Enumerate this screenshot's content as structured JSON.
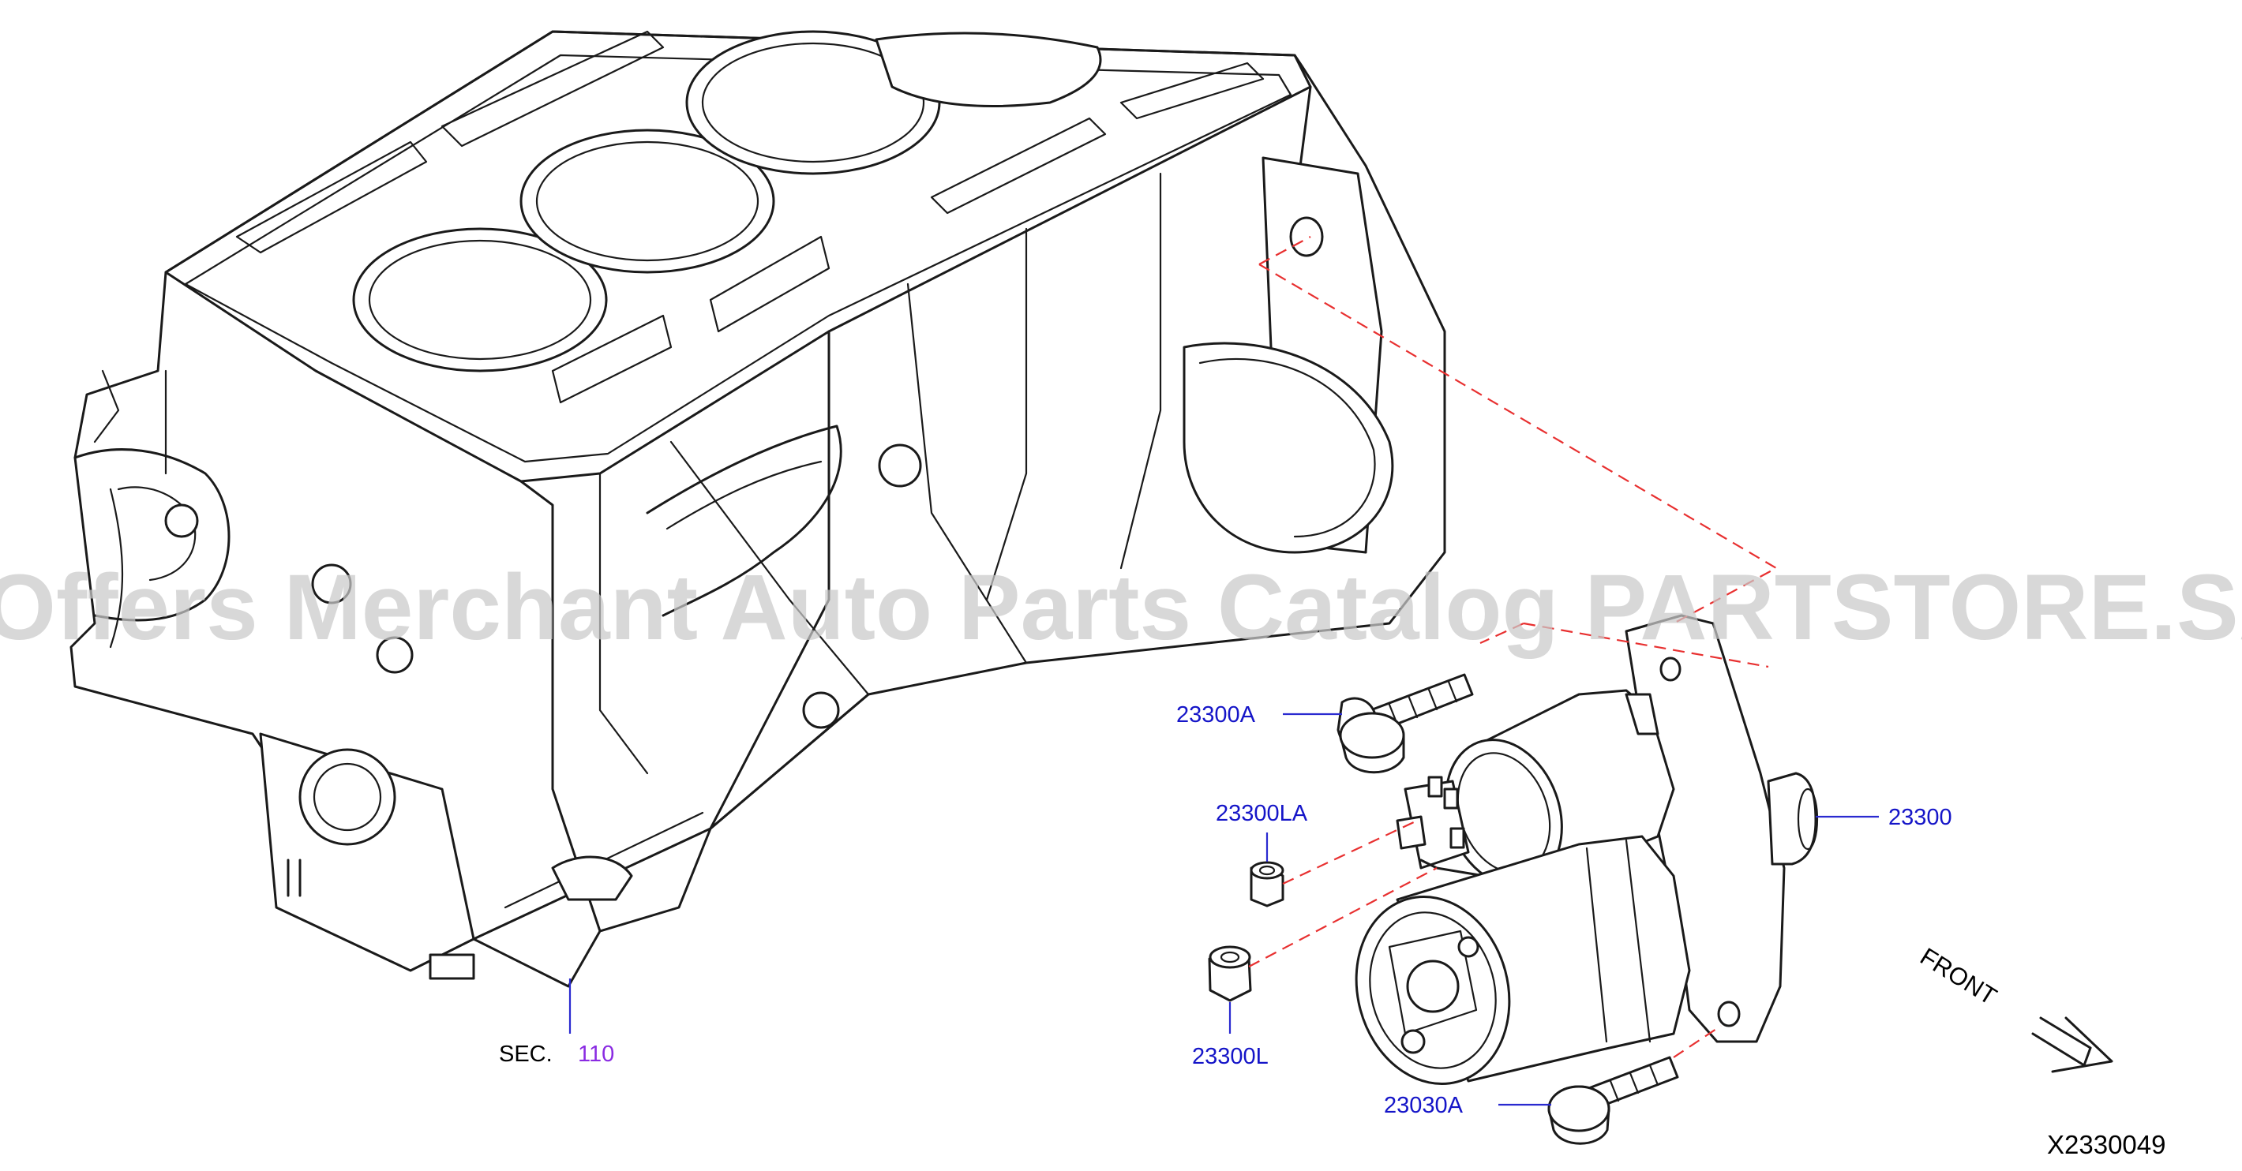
{
  "labels": {
    "part_23300A": "23300A",
    "part_23300LA": "23300LA",
    "part_23300": "23300",
    "part_23300L": "23300L",
    "part_23030A": "23030A",
    "sec_prefix": "SEC.",
    "sec_number": "110",
    "front": "FRONT",
    "diagram_code": "X2330049"
  },
  "watermark": "Offers Merchant Auto Parts Catalog PARTSTORE.SA",
  "colors": {
    "part_number": "#1515c8",
    "section_number": "#8a2be2",
    "dashed_guide": "#e83030",
    "linework": "#1a1a1a",
    "watermark": "#c9c9c9"
  }
}
